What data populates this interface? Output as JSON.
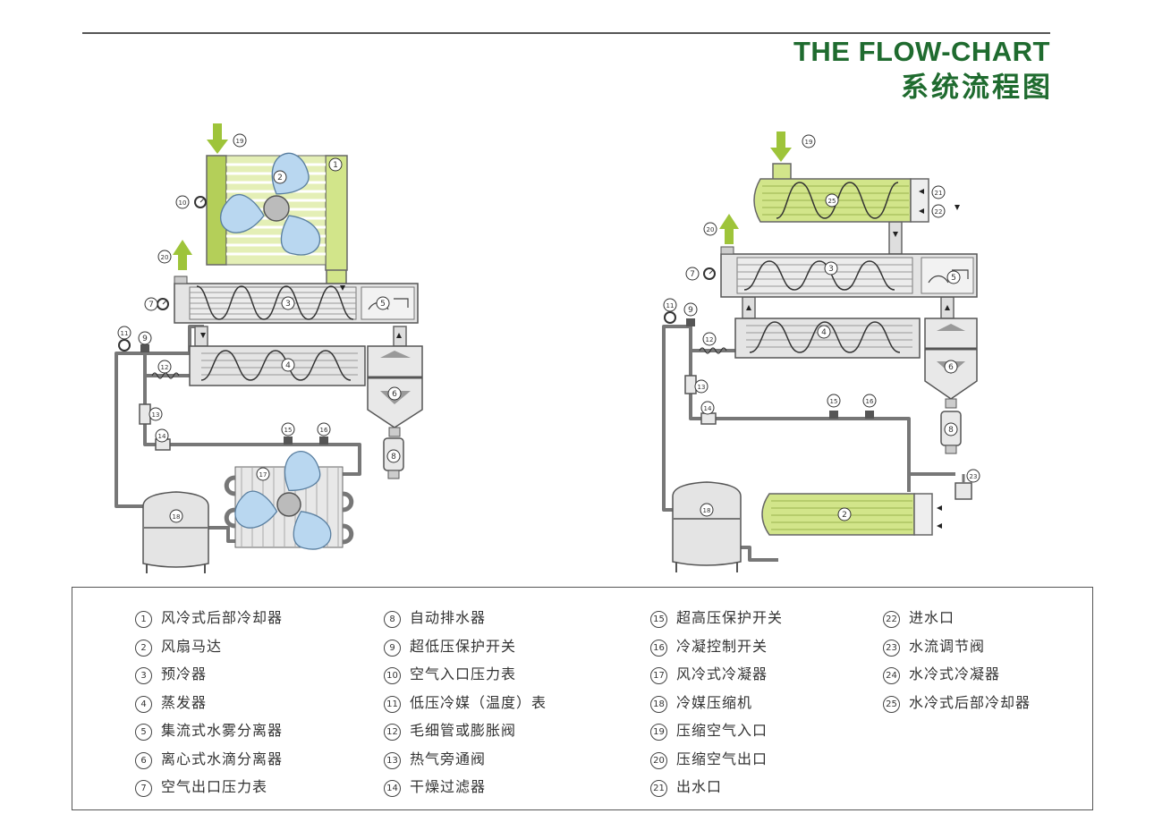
{
  "title": {
    "en": "THE FLOW-CHART",
    "zh": "系统流程图"
  },
  "colors": {
    "title": "#1f6b2f",
    "green_component": "#d2e58a",
    "arrow": "#9ec43a",
    "housing": "#e4e4e4",
    "fan": "#b9d7f0"
  },
  "legend": [
    {
      "num": "1",
      "label": "风冷式后部冷却器"
    },
    {
      "num": "2",
      "label": "风扇马达"
    },
    {
      "num": "3",
      "label": "预冷器"
    },
    {
      "num": "4",
      "label": "蒸发器"
    },
    {
      "num": "5",
      "label": "集流式水雾分离器"
    },
    {
      "num": "6",
      "label": "离心式水滴分离器"
    },
    {
      "num": "7",
      "label": "空气出口压力表"
    },
    {
      "num": "8",
      "label": "自动排水器"
    },
    {
      "num": "9",
      "label": "超低压保护开关"
    },
    {
      "num": "10",
      "label": "空气入口压力表"
    },
    {
      "num": "11",
      "label": "低压冷媒（温度）表"
    },
    {
      "num": "12",
      "label": "毛细管或膨胀阀"
    },
    {
      "num": "13",
      "label": "热气旁通阀"
    },
    {
      "num": "14",
      "label": "干燥过滤器"
    },
    {
      "num": "15",
      "label": "超高压保护开关"
    },
    {
      "num": "16",
      "label": "冷凝控制开关"
    },
    {
      "num": "17",
      "label": "风冷式冷凝器"
    },
    {
      "num": "18",
      "label": "冷媒压缩机"
    },
    {
      "num": "19",
      "label": "压缩空气入口"
    },
    {
      "num": "20",
      "label": "压缩空气出口"
    },
    {
      "num": "21",
      "label": "出水口"
    },
    {
      "num": "22",
      "label": "进水口"
    },
    {
      "num": "23",
      "label": "水流调节阀"
    },
    {
      "num": "24",
      "label": "水冷式冷凝器"
    },
    {
      "num": "25",
      "label": "水冷式后部冷却器"
    }
  ],
  "diagram_labels": {
    "left": [
      "1",
      "2",
      "3",
      "4",
      "5",
      "6",
      "7",
      "8",
      "9",
      "10",
      "11",
      "12",
      "13",
      "14",
      "15",
      "16",
      "17",
      "18",
      "19",
      "20"
    ],
    "right": [
      "2",
      "3",
      "4",
      "5",
      "6",
      "7",
      "8",
      "9",
      "11",
      "12",
      "13",
      "14",
      "15",
      "16",
      "18",
      "19",
      "20",
      "21",
      "22",
      "23",
      "25"
    ]
  }
}
